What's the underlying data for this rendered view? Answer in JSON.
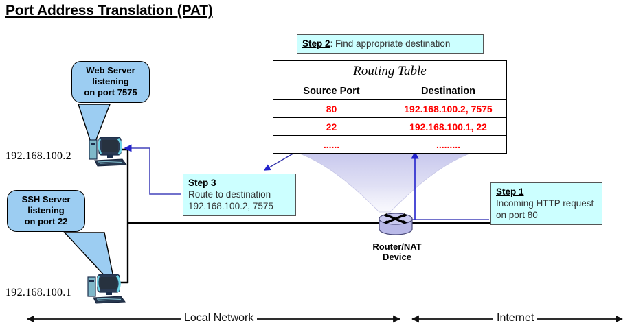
{
  "page": {
    "title": "Port Address Translation (PAT)"
  },
  "colors": {
    "bubble_fill": "#9CCDF2",
    "step_fill": "#CCFFFF",
    "table_value": "#FF0000",
    "funnel": "#C8C8EE",
    "arrow_blue": "#2222CC",
    "router_body": "#B9B9E8",
    "line_black": "#000000"
  },
  "bubbles": [
    {
      "name": "web-server-bubble",
      "lines": [
        "Web Server",
        "listening",
        "on port 7575"
      ]
    },
    {
      "name": "ssh-server-bubble",
      "lines": [
        "SSH Server",
        "listening",
        "on port 22"
      ]
    }
  ],
  "hosts": [
    {
      "name": "web-server-host",
      "ip": "192.168.100.2"
    },
    {
      "name": "ssh-server-host",
      "ip": "192.168.100.1"
    }
  ],
  "steps": {
    "step1": {
      "tag": "Step 1",
      "lines": [
        "Incoming HTTP request",
        "on port 80"
      ]
    },
    "step2": {
      "tag": "Step 2",
      "suffix": ": Find appropriate destination"
    },
    "step3": {
      "tag": "Step 3",
      "lines": [
        "Route to destination",
        "192.168.100.2, 7575"
      ]
    }
  },
  "routing_table": {
    "title": "Routing Table",
    "columns": [
      "Source Port",
      "Destination"
    ],
    "rows": [
      [
        "80",
        "192.168.100.2, 7575"
      ],
      [
        "22",
        "192.168.100.1, 22"
      ],
      [
        "......",
        "........."
      ]
    ]
  },
  "router": {
    "name": "router-nat-device",
    "label_lines": [
      "Router/NAT",
      "Device"
    ]
  },
  "legend": {
    "local": "Local Network",
    "internet": "Internet"
  }
}
